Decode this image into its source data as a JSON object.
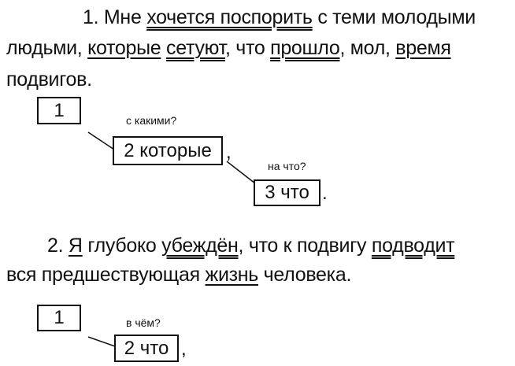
{
  "sentence1": {
    "line1": {
      "num": "1.",
      "w1": "Мне",
      "pred": "хочется поспорить",
      "rest": "с теми молодыми"
    },
    "line2": {
      "w1": "людьми,",
      "subj": "которые",
      "pred": "сетуют",
      "c1": ", что",
      "pred2": "прошло",
      "c2": ", мол,",
      "subj2": "время"
    },
    "line3": "подвигов.",
    "scheme": {
      "box1": "1",
      "q1": "с какими?",
      "box2": "2 которые",
      "q2": "на что?",
      "box3": "3 что",
      "comma": ",",
      "period": "."
    }
  },
  "sentence2": {
    "line1": {
      "num": "2.",
      "subj": "Я",
      "w1": "глубоко",
      "pred": "убеждён",
      "rest": ", что к подвигу",
      "pred2": "подводит"
    },
    "line2": {
      "w1": "вся предшествующая",
      "subj": "жизнь",
      "rest": "человека."
    },
    "scheme": {
      "box1": "1",
      "q1": "в чём?",
      "box2": "2 что",
      "comma": ","
    }
  }
}
